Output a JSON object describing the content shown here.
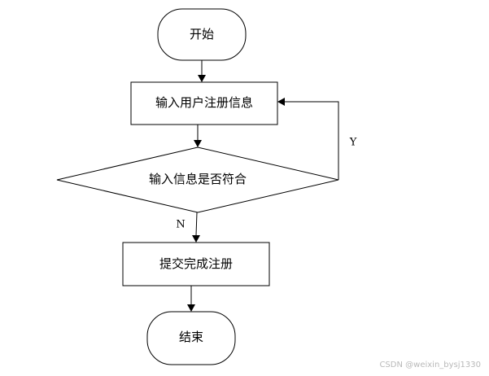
{
  "nodes": {
    "start": {
      "label": "开始",
      "shape": "terminal"
    },
    "input": {
      "label": "输入用户注册信息",
      "shape": "process"
    },
    "check": {
      "label": "输入信息是否符合",
      "shape": "decision"
    },
    "submit": {
      "label": "提交完成注册",
      "shape": "process"
    },
    "end": {
      "label": "结束",
      "shape": "terminal"
    }
  },
  "edges": {
    "start_to_input": {
      "from": "start",
      "to": "input",
      "label": ""
    },
    "input_to_check": {
      "from": "input",
      "to": "check",
      "label": ""
    },
    "check_yes": {
      "from": "check",
      "to": "input",
      "label": "Y"
    },
    "check_no": {
      "from": "check",
      "to": "submit",
      "label": "N"
    },
    "submit_to_end": {
      "from": "submit",
      "to": "end",
      "label": ""
    }
  },
  "watermark": "CSDN @weixin_bysj1330",
  "colors": {
    "stroke": "#000000",
    "background": "#ffffff",
    "watermark": "#b9b9b9"
  }
}
